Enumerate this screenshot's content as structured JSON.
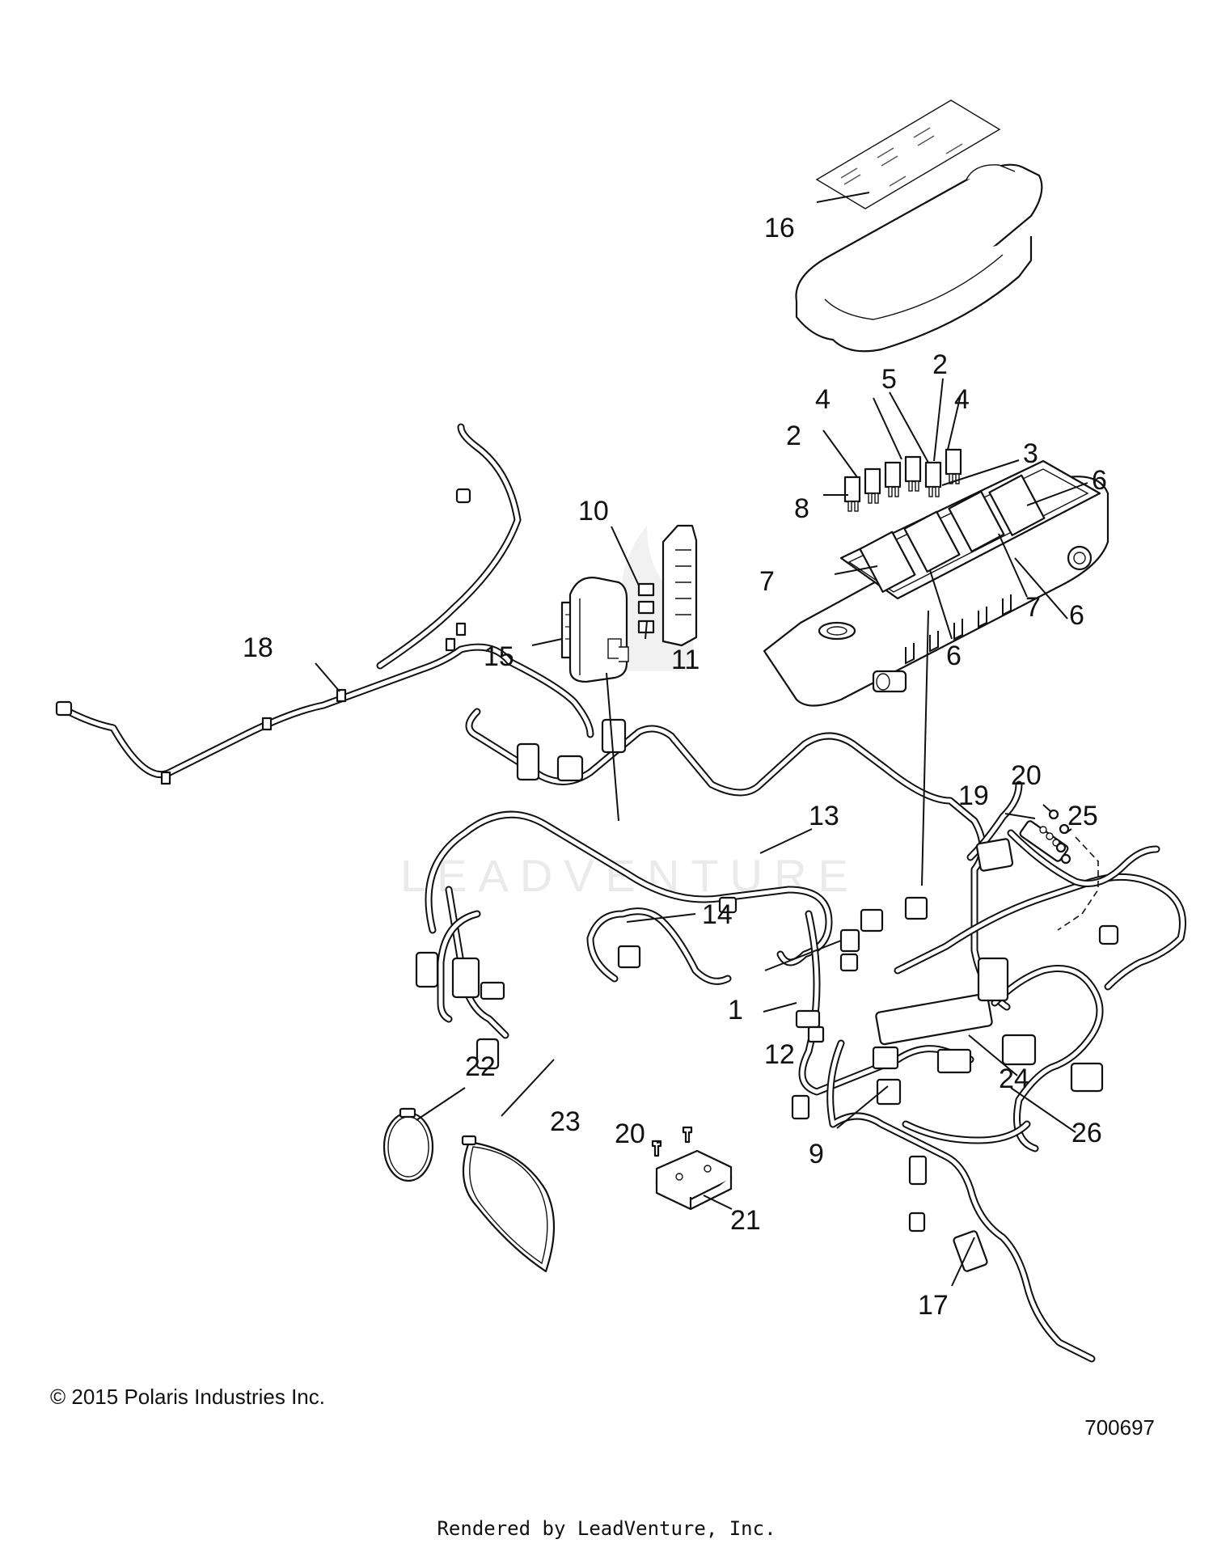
{
  "callouts": {
    "c1": "1",
    "c2a": "2",
    "c2b": "2",
    "c3": "3",
    "c4a": "4",
    "c4b": "4",
    "c5": "5",
    "c6a": "6",
    "c6b": "6",
    "c6c": "6",
    "c7a": "7",
    "c7b": "7",
    "c8": "8",
    "c9": "9",
    "c10": "10",
    "c11": "11",
    "c12": "12",
    "c13": "13",
    "c14": "14",
    "c15": "15",
    "c16": "16",
    "c17": "17",
    "c18": "18",
    "c19": "19",
    "c20a": "20",
    "c20b": "20",
    "c21": "21",
    "c22": "22",
    "c23": "23",
    "c24": "24",
    "c25": "25",
    "c26": "26"
  },
  "watermark": "LEADVENTURE",
  "footer": {
    "copyright": "© 2015 Polaris Industries Inc.",
    "diagram_number": "700697",
    "render_credit": "Rendered by LeadVenture, Inc."
  }
}
